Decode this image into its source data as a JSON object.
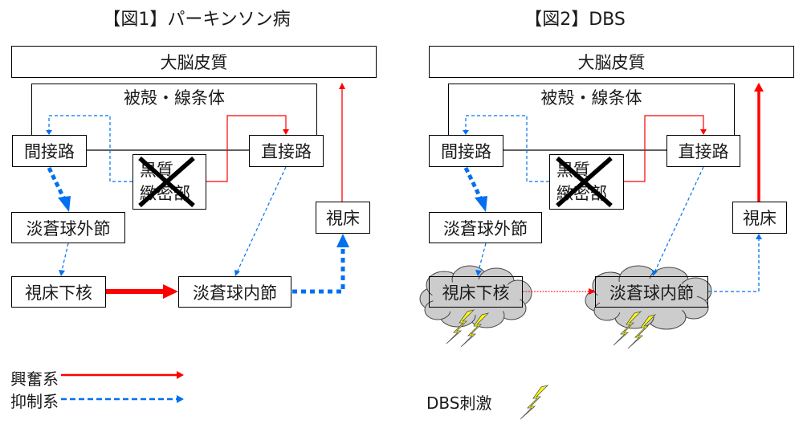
{
  "figures": [
    {
      "title": "【図1】パーキンソン病",
      "nodes": {
        "cortex": "大脳皮質",
        "striatum": "被殻・線条体",
        "indirect": "間接路",
        "direct": "直接路",
        "snc_line1": "黒質",
        "snc_line2": "緻密部",
        "thalamus": "視床",
        "gpe": "淡蒼球外節",
        "stn": "視床下核",
        "gpi": "淡蒼球内節"
      },
      "snc_crossed_out": true
    },
    {
      "title": "【図2】DBS",
      "nodes": {
        "cortex": "大脳皮質",
        "striatum": "被殻・線条体",
        "indirect": "間接路",
        "direct": "直接路",
        "snc_line1": "黒質",
        "snc_line2": "緻密部",
        "thalamus": "視床",
        "gpe": "淡蒼球外節",
        "stn": "視床下核",
        "gpi": "淡蒼球内節"
      },
      "snc_crossed_out": true,
      "dbs_targets": [
        "視床下核",
        "淡蒼球内節"
      ]
    }
  ],
  "legend": {
    "excitatory": "興奮系",
    "inhibitory": "抑制系",
    "dbs": "DBS刺激"
  },
  "colors": {
    "excitatory": "#ff0000",
    "inhibitory": "#0070f0",
    "cloud": "#cccccc",
    "lightning": "#ffff00"
  }
}
